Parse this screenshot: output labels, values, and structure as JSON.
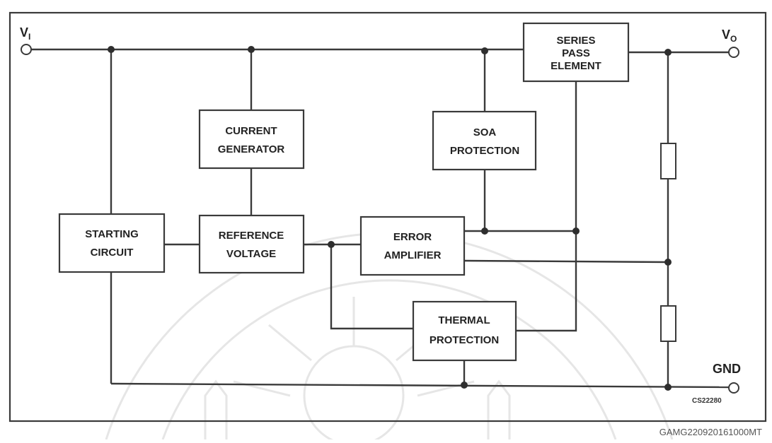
{
  "blocks": {
    "series_pass": [
      "SERIES",
      "PASS",
      "ELEMENT"
    ],
    "current_generator": [
      "CURRENT",
      "GENERATOR"
    ],
    "soa_protection": [
      "SOA",
      "PROTECTION"
    ],
    "starting_circuit": [
      "STARTING",
      "CIRCUIT"
    ],
    "reference_voltage": [
      "REFERENCE",
      "VOLTAGE"
    ],
    "error_amplifier": [
      "ERROR",
      "AMPLIFIER"
    ],
    "thermal_protection": [
      "THERMAL",
      "PROTECTION"
    ]
  },
  "pins": {
    "vi": "V",
    "vi_sub": "I",
    "vo": "V",
    "vo_sub": "O",
    "gnd": "GND"
  },
  "drawing_code": "CS22280",
  "footer_code": "GAMG220920161000MT"
}
